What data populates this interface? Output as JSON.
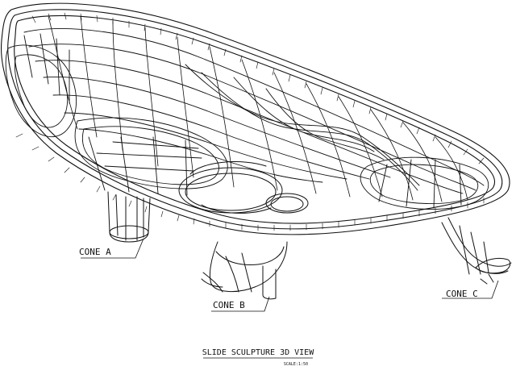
{
  "drawing": {
    "title": "SLIDE SCULPTURE 3D VIEW",
    "scale": "SCALE:1:50",
    "line_color": "#111111",
    "background": "#ffffff"
  },
  "labels": {
    "cone_a": "CONE A",
    "cone_b": "CONE B",
    "cone_c": "CONE C"
  }
}
